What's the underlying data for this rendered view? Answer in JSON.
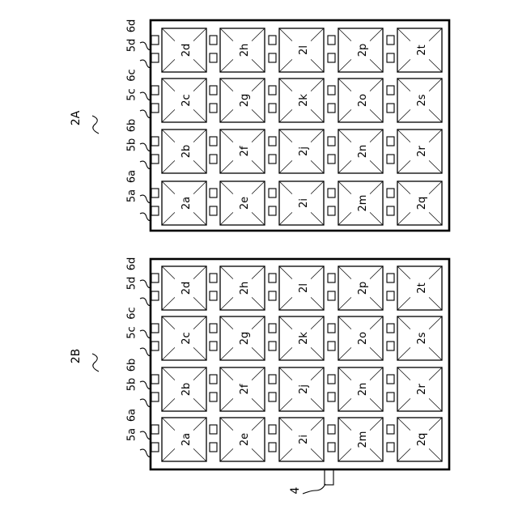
{
  "figure": {
    "panels": [
      {
        "id": "2A",
        "label": "2A",
        "columns": [
          [
            "2a",
            "2b",
            "2c",
            "2d"
          ],
          [
            "2e",
            "2f",
            "2g",
            "2h"
          ],
          [
            "2i",
            "2j",
            "2k",
            "2l"
          ],
          [
            "2m",
            "2n",
            "2o",
            "2p"
          ],
          [
            "2q",
            "2r",
            "2s",
            "2t"
          ]
        ],
        "lead_labels": [
          {
            "five": "5a",
            "six": "6a"
          },
          {
            "five": "5b",
            "six": "6b"
          },
          {
            "five": "5c",
            "six": "6c"
          },
          {
            "five": "5d",
            "six": "6d"
          }
        ],
        "connector_label": "4"
      },
      {
        "id": "2B",
        "label": "2B",
        "columns": [
          [
            "2a",
            "2b",
            "2c",
            "2d"
          ],
          [
            "2e",
            "2f",
            "2g",
            "2h"
          ],
          [
            "2i",
            "2j",
            "2k",
            "2l"
          ],
          [
            "2m",
            "2n",
            "2o",
            "2p"
          ],
          [
            "2q",
            "2r",
            "2s",
            "2t"
          ]
        ],
        "lead_labels": [
          {
            "five": "5a",
            "six": "6a"
          },
          {
            "five": "5b",
            "six": "6b"
          },
          {
            "five": "5c",
            "six": "6c"
          },
          {
            "five": "5d",
            "six": "6d"
          }
        ],
        "connector_label": ""
      }
    ]
  }
}
